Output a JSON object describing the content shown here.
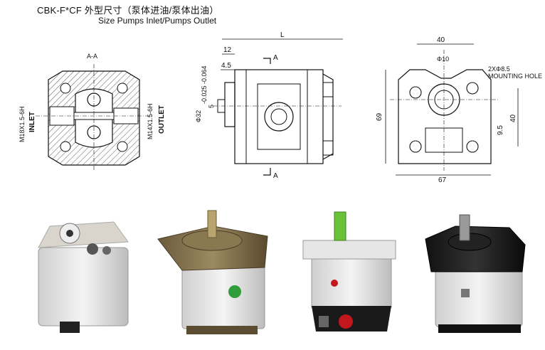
{
  "header": {
    "title": "CBK-F*CF 外型尺寸（泵体进油/泵体出油）",
    "subtitle": "Size Pumps Inlet/Pumps Outlet"
  },
  "left_view": {
    "section_label": "A-A",
    "inlet_thread": "M18X1.5-6H",
    "inlet_label": "INLET",
    "outlet_thread": "M14X1.5-6H",
    "outlet_label": "OUTLET"
  },
  "side_view": {
    "dim_L": "L",
    "dim_12": "12",
    "dim_45": "4.5",
    "dim_shaft": "Φ32",
    "dim_tol": "-0.025\n-0.064",
    "dim_5": "5",
    "arrow_a_top": "A",
    "arrow_a_bottom": "A"
  },
  "front_view": {
    "dim_40_top": "40",
    "dim_phi10": "Φ10",
    "dim_holes": "2XΦ8.5",
    "dim_mounting": "MOUNTING HOLE",
    "dim_69": "69",
    "dim_40_right": "40",
    "dim_95": "9.5",
    "dim_67": "67"
  },
  "photos": [
    {
      "name": "pump-photo-1"
    },
    {
      "name": "pump-photo-2"
    },
    {
      "name": "pump-photo-3"
    },
    {
      "name": "pump-photo-4"
    }
  ]
}
